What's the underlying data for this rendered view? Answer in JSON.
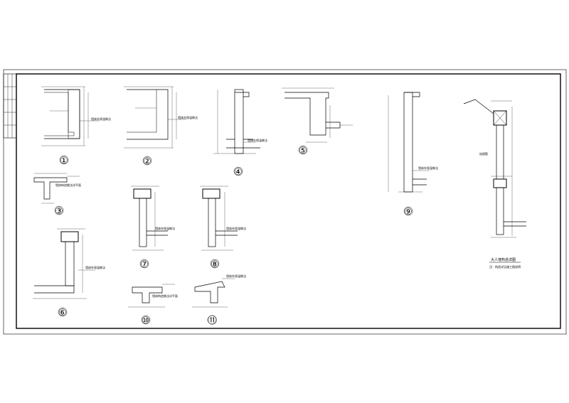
{
  "sheet": {
    "title": "大人墙构造详图",
    "note": "注：构造详见施工图说明",
    "border_color": "#000000",
    "background": "#ffffff"
  },
  "details": [
    {
      "id": "d1",
      "label": "①",
      "callout": "墙体外保温做法"
    },
    {
      "id": "d2",
      "label": "②",
      "callout": "墙体外保温做法"
    },
    {
      "id": "d3",
      "label": "③",
      "callout": "墙体构造做法详平面"
    },
    {
      "id": "d4",
      "label": "④",
      "callout": "墙体外保温做法"
    },
    {
      "id": "d5",
      "label": "⑤",
      "callout": ""
    },
    {
      "id": "d6",
      "label": "⑥",
      "callout": "墙体外保温做法"
    },
    {
      "id": "d7",
      "label": "⑦",
      "callout": "墙体外保温做法"
    },
    {
      "id": "d8",
      "label": "⑧",
      "callout": "墙体外保温做法"
    },
    {
      "id": "d9",
      "label": "⑨",
      "callout": "墙体外保温做法"
    },
    {
      "id": "d10",
      "label": "⑩",
      "callout": "墙体构造做法详平面"
    },
    {
      "id": "d11",
      "label": "⑪",
      "callout": "墙体外保温做法"
    }
  ]
}
